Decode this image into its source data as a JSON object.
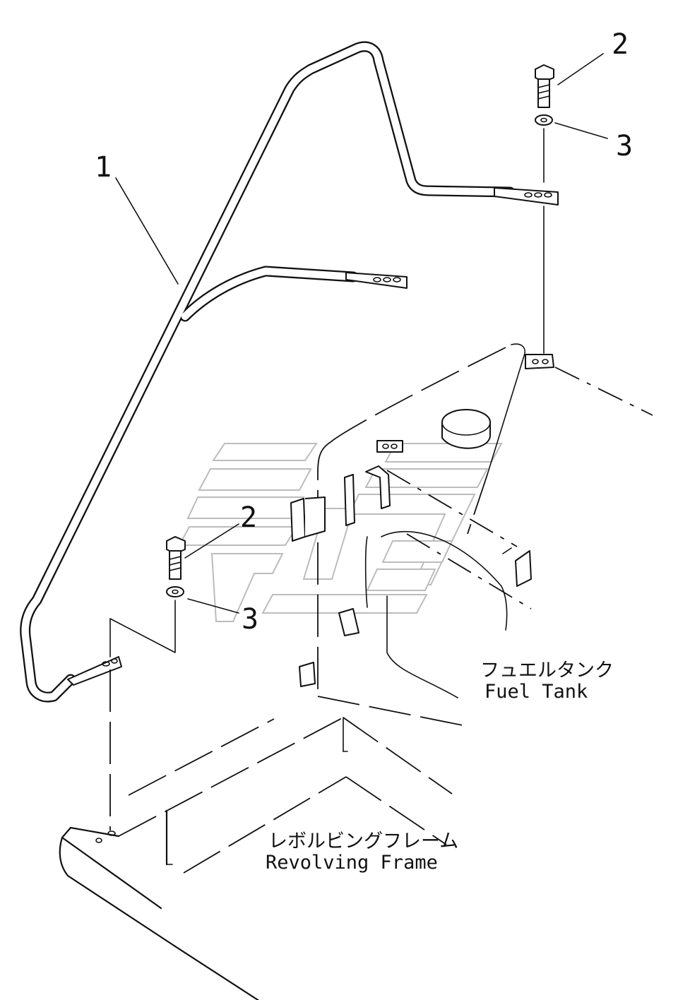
{
  "callouts": {
    "handrail": "1",
    "bolt_top": "2",
    "washer_top": "3",
    "bolt_bottom": "2",
    "washer_bottom": "3"
  },
  "labels": {
    "fuel_tank_jp": "フュエルタンク",
    "fuel_tank_en": "Fuel Tank",
    "frame_jp": "レボルビングフレーム",
    "frame_en": "Revolving Frame"
  },
  "colors": {
    "ink": "#111111",
    "watermark": "#bcbcbc",
    "background": "#ffffff"
  }
}
